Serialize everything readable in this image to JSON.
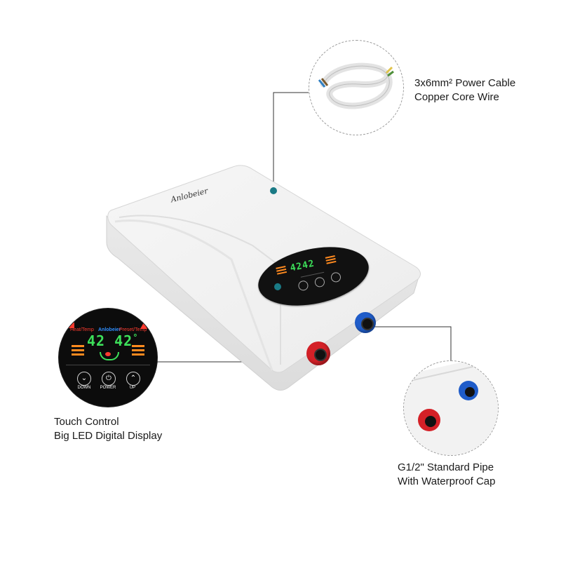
{
  "brand": "Anlobeier",
  "display": {
    "left_temp": "42",
    "right_temp": "42",
    "unit": "°",
    "status_left": "Heat/Temp",
    "status_center": "Anlobeier",
    "status_right": "Preset/Temp"
  },
  "buttons": {
    "down": "DOWN",
    "power": "POWER",
    "up": "UP"
  },
  "callouts": {
    "cable": {
      "line1": "3x6mm² Power Cable",
      "line2": "Copper Core Wire"
    },
    "display": {
      "line1": "Touch Control",
      "line2": "Big LED Digital Display"
    },
    "pipe": {
      "line1": "G1/2\" Standard Pipe",
      "line2": "With Waterproof Cap"
    }
  },
  "colors": {
    "dot": "#1a7a85",
    "hot": "#d42027",
    "cold": "#1f5cc9",
    "led_green": "#3de05a",
    "led_red": "#ff3b2f",
    "led_orange": "#ff8a1f"
  }
}
